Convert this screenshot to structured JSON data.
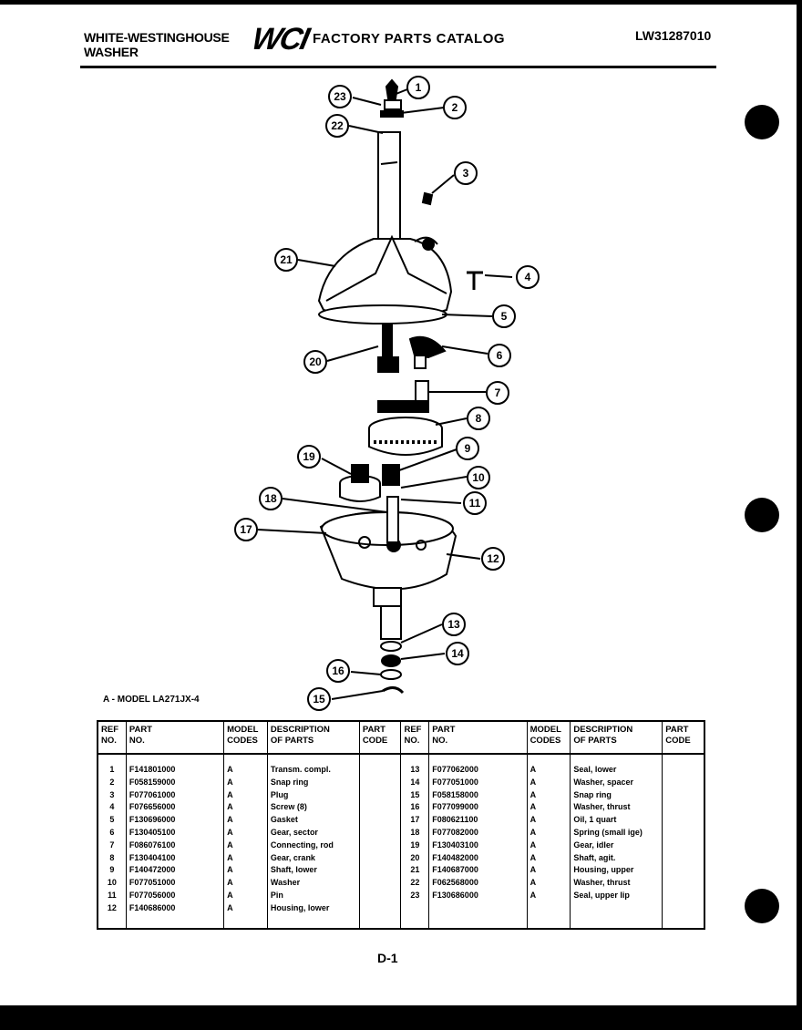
{
  "header": {
    "brand_line1": "WHITE-WESTINGHOUSE",
    "brand_line2": "WASHER",
    "logo": "WCI",
    "catalog_title": "FACTORY PARTS CATALOG",
    "doc_number": "LW31287010"
  },
  "diagram": {
    "callouts": [
      "1",
      "2",
      "3",
      "4",
      "5",
      "6",
      "7",
      "8",
      "9",
      "10",
      "11",
      "12",
      "13",
      "14",
      "15",
      "16",
      "17",
      "18",
      "19",
      "20",
      "21",
      "22",
      "23"
    ]
  },
  "model_note": "A - MODEL LA271JX-4",
  "table": {
    "headers": {
      "ref": [
        "REF",
        "NO."
      ],
      "part": [
        "PART",
        "NO."
      ],
      "model": [
        "MODEL",
        "CODES"
      ],
      "desc": [
        "DESCRIPTION",
        "OF PARTS"
      ],
      "code": [
        "PART",
        "CODE"
      ]
    },
    "left_rows": [
      {
        "ref": "1",
        "part": "F141801000",
        "model": "A",
        "desc": "Transm. compl."
      },
      {
        "ref": "2",
        "part": "F058159000",
        "model": "A",
        "desc": "Snap ring"
      },
      {
        "ref": "3",
        "part": "F077061000",
        "model": "A",
        "desc": "Plug"
      },
      {
        "ref": "4",
        "part": "F076656000",
        "model": "A",
        "desc": "Screw (8)"
      },
      {
        "ref": "5",
        "part": "F130696000",
        "model": "A",
        "desc": "Gasket"
      },
      {
        "ref": "6",
        "part": "F130405100",
        "model": "A",
        "desc": "Gear, sector"
      },
      {
        "ref": "7",
        "part": "F086076100",
        "model": "A",
        "desc": "Connecting, rod"
      },
      {
        "ref": "8",
        "part": "F130404100",
        "model": "A",
        "desc": "Gear, crank"
      },
      {
        "ref": "9",
        "part": "F140472000",
        "model": "A",
        "desc": "Shaft, lower"
      },
      {
        "ref": "10",
        "part": "F077051000",
        "model": "A",
        "desc": "Washer"
      },
      {
        "ref": "11",
        "part": "F077056000",
        "model": "A",
        "desc": "Pin"
      },
      {
        "ref": "12",
        "part": "F140686000",
        "model": "A",
        "desc": "Housing, lower"
      }
    ],
    "right_rows": [
      {
        "ref": "13",
        "part": "F077062000",
        "model": "A",
        "desc": "Seal, lower"
      },
      {
        "ref": "14",
        "part": "F077051000",
        "model": "A",
        "desc": "Washer, spacer"
      },
      {
        "ref": "15",
        "part": "F058158000",
        "model": "A",
        "desc": "Snap ring"
      },
      {
        "ref": "16",
        "part": "F077099000",
        "model": "A",
        "desc": "Washer, thrust"
      },
      {
        "ref": "17",
        "part": "F080621100",
        "model": "A",
        "desc": "Oil, 1 quart"
      },
      {
        "ref": "18",
        "part": "F077082000",
        "model": "A",
        "desc": "Spring (small ige)"
      },
      {
        "ref": "19",
        "part": "F130403100",
        "model": "A",
        "desc": "Gear, idler"
      },
      {
        "ref": "20",
        "part": "F140482000",
        "model": "A",
        "desc": "Shaft, agit."
      },
      {
        "ref": "21",
        "part": "F140687000",
        "model": "A",
        "desc": "Housing, upper"
      },
      {
        "ref": "22",
        "part": "F062568000",
        "model": "A",
        "desc": "Washer, thrust"
      },
      {
        "ref": "23",
        "part": "F130686000",
        "model": "A",
        "desc": "Seal, upper lip"
      }
    ]
  },
  "page_number": "D-1"
}
